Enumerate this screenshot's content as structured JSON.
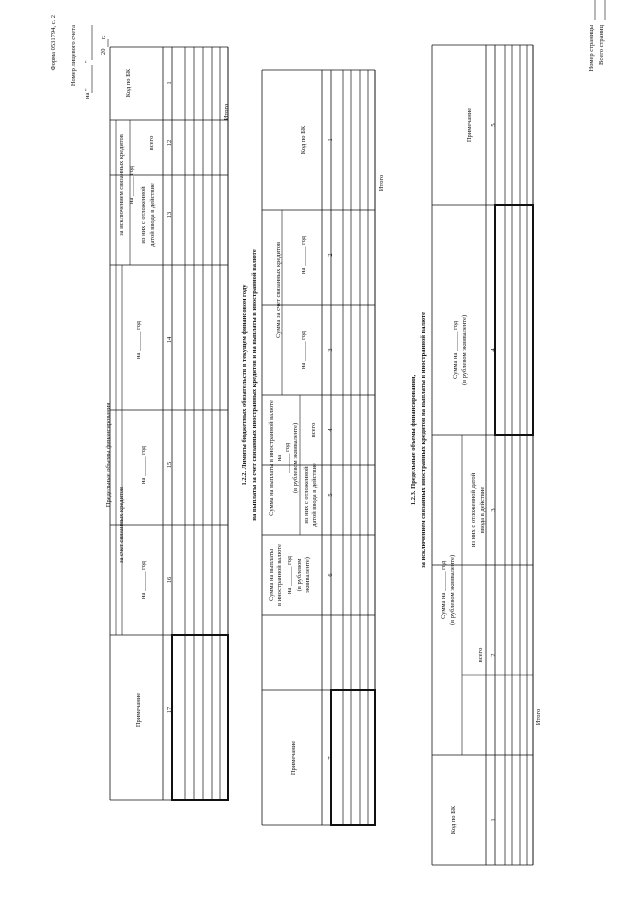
{
  "header": {
    "form_label": "Форма 0531794, с. 2",
    "account_label": "Номер лицевого счета",
    "date_prefix": "на \"",
    "date_mid": "\"",
    "date_year_prefix": "20",
    "date_year_suffix": "г."
  },
  "table1": {
    "col_code": "Код по БК",
    "group_main": "Предельные объемы финансирования",
    "group_excl": "за исключением связанных кредитов",
    "group_excl_year": "на ______ год",
    "sub_total": "всего",
    "sub_delayed_l1": "из них с отложенной",
    "sub_delayed_l2": "датой ввода в действие",
    "group_excl_year2": "на ______ год",
    "group_credits": "за счет связанных кредитов",
    "credit_y1": "на ______ год",
    "credit_y2": "на ______ год",
    "col_note": "Примечание",
    "nums": [
      "1",
      "12",
      "13",
      "14",
      "15",
      "16",
      "17"
    ],
    "total_label": "Итого"
  },
  "section2": {
    "title_l1": "1.2.2. Лимиты бюджетных обязательств в текущем финансовом году",
    "title_l2": "на выплаты за счет связанных иностранных кредитов и на выплаты в иностранной валюте"
  },
  "table2": {
    "col_code": "Код по БК",
    "group_credits": "Сумма за счет связанных кредитов",
    "credit_y1": "на ______ год",
    "credit_y2": "на ______ год",
    "group_fx_l1": "Сумма на выплаты в иностранной валюте",
    "group_fx_l2": "на",
    "group_fx_l3": "______ год",
    "group_fx_l4": "(в рублевом эквиваленте)",
    "sub_total": "всего",
    "sub_delayed_l1": "из них с отложенной",
    "sub_delayed_l2": "датой ввода в действие",
    "col6_l1": "Сумма на выплаты",
    "col6_l2": "в иностранной валюте",
    "col6_l3": "на ______ год",
    "col6_l4": "(в рублевом",
    "col6_l5": "эквиваленте)",
    "col_note": "Примечание",
    "nums": [
      "1",
      "2",
      "3",
      "4",
      "5",
      "6",
      "7"
    ],
    "total_label": "Итого"
  },
  "section3": {
    "title_l1": "1.2.3. Предельные объемы финансирования,",
    "title_l2": "за исключением связанных иностранных кредитов на выплаты в иностранной валюте"
  },
  "table3": {
    "col_code": "Код по БК",
    "group_a_l1": "Сумма на ______ год",
    "group_a_l2": "(в рублевом эквиваленте)",
    "sub_total": "всего",
    "sub_delayed_l1": "из них с отложенной датой",
    "sub_delayed_l2": "ввода в действие",
    "group_b_l1": "Сумма на ______ год",
    "group_b_l2": "(в рублевом эквиваленте)",
    "col_note": "Примечание",
    "nums": [
      "1",
      "2",
      "3",
      "4",
      "5"
    ],
    "total_label": "Итого"
  },
  "footer": {
    "page_label": "Номер страницы",
    "pages_label": "Всего страниц"
  }
}
